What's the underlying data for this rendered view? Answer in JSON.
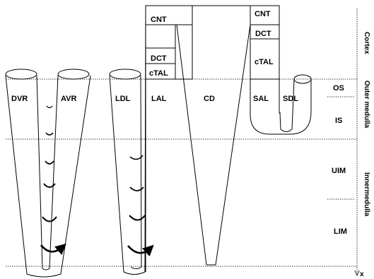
{
  "zones": {
    "cortex": "Cortex",
    "outer_medulla": "Outer medulla",
    "inner_medulla": "Innermedulla",
    "os": "OS",
    "is": "IS",
    "uim": "UIM",
    "lim": "LIM",
    "depth_axis": "x"
  },
  "segments": {
    "dvr": "DVR",
    "avr": "AVR",
    "ldl": "LDL",
    "lal": "LAL",
    "cd": "CD",
    "sal": "SAL",
    "sdl": "SDL",
    "cnt_left": "CNT",
    "dct_left": "DCT",
    "ctal_left": "cTAL",
    "cnt_right": "CNT",
    "dct_right": "DCT",
    "ctal_right": "cTAL"
  }
}
